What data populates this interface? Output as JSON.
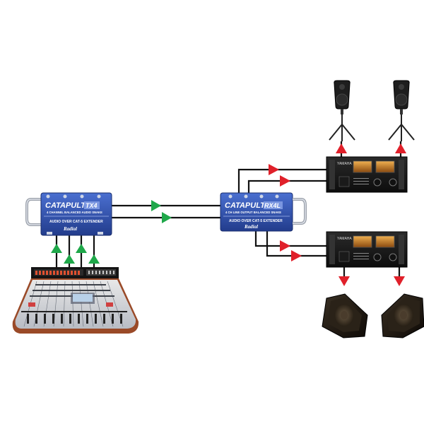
{
  "transmitter": {
    "model_prefix": "CATAPULT",
    "model_suffix": "TX4",
    "subtitle": "4 CHANNEL BALANCED AUDIO SNAKE",
    "tagline": "AUDIO OVER CAT-5 EXTENDER",
    "brand": "Radial"
  },
  "receiver": {
    "model_prefix": "CATAPULT",
    "model_suffix": "RX4L",
    "subtitle": "4 CH LINE OUTPUT BALANCED SNAKE",
    "tagline": "AUDIO OVER CAT-5 EXTENDER",
    "brand": "Radial"
  },
  "amplifiers": [
    {
      "brand": "YAMAHA"
    },
    {
      "brand": "YAMAHA"
    }
  ],
  "colors": {
    "box_blue": "#2f4fb0",
    "signal_in_arrow": "#1fa84a",
    "signal_out_arrow": "#e0202a",
    "cable": "#111111",
    "amp_body": "#1c1c1c",
    "meter_glow": "#d98a2a"
  },
  "icons": {
    "console": "mixing-console-icon",
    "speaker": "pa-speaker-on-stand-icon",
    "monitor": "floor-monitor-wedge-icon",
    "amp": "power-amplifier-icon"
  }
}
